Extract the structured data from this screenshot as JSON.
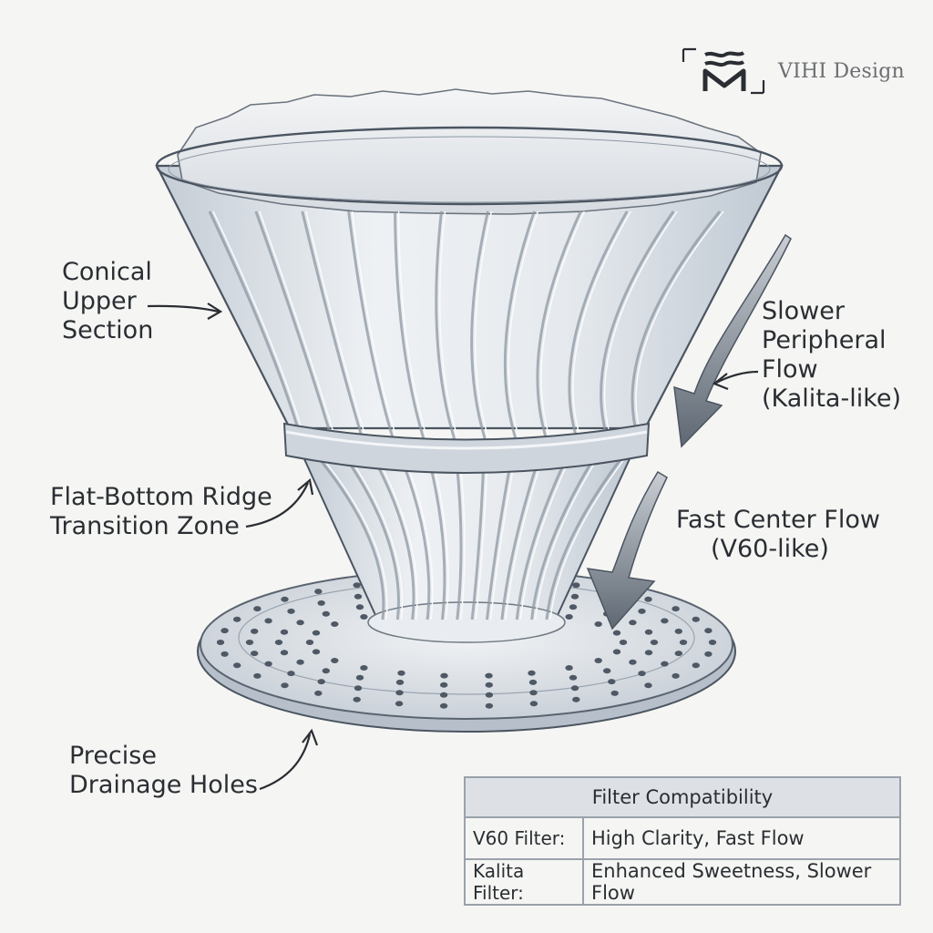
{
  "brand": {
    "name": "VIHI Design",
    "logo_icon": "mountain-wave-m-logo-icon"
  },
  "labels": {
    "conical": [
      "Conical",
      "Upper",
      "Section"
    ],
    "ridge": [
      "Flat-Bottom Ridge",
      "Transition Zone"
    ],
    "drainage": [
      "Precise",
      "Drainage Holes"
    ],
    "slower": [
      "Slower",
      "Peripheral",
      "Flow",
      "(Kalita-like)"
    ],
    "fast": [
      "Fast Center Flow",
      "(V60-like)"
    ]
  },
  "compat_table": {
    "title": "Filter Compatibility",
    "rows": [
      {
        "filter": "V60 Filter:",
        "result": "High Clarity, Fast Flow"
      },
      {
        "filter": "Kalita Filter:",
        "result": "Enhanced Sweetness, Slower Flow"
      }
    ]
  },
  "colors": {
    "ink": "#2a2e33",
    "glass": "#c9d0d8",
    "arrow": "#6a7480",
    "background": "#f5f5f3"
  }
}
